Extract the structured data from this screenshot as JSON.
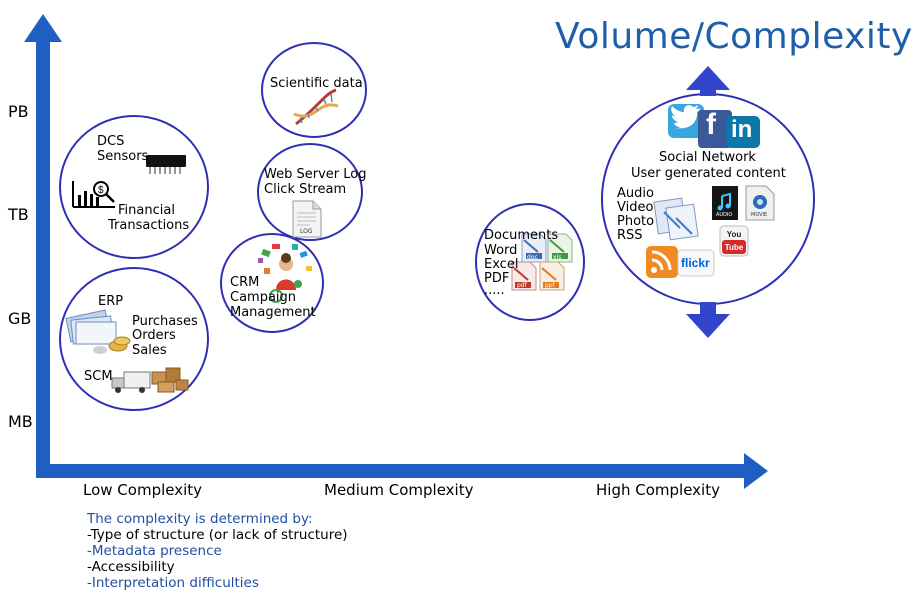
{
  "title": "Volume/Complexity",
  "y_axis": {
    "labels": [
      "PB",
      "TB",
      "GB",
      "MB"
    ]
  },
  "x_axis": {
    "labels": [
      "Low Complexity",
      "Medium Complexity",
      "High Complexity"
    ]
  },
  "bubbles": {
    "dcs": {
      "line1": "DCS",
      "line2": "Sensors",
      "fin1": "Financial",
      "fin2": "Transactions"
    },
    "erp": {
      "erp": "ERP",
      "p1": "Purchases",
      "p2": "Orders",
      "p3": "Sales",
      "scm": "SCM"
    },
    "scientific": {
      "label": "Scientific data"
    },
    "weblog": {
      "line1": "Web Server Log",
      "line2": "Click Stream",
      "icon_label": "LOG"
    },
    "crm": {
      "line1": "CRM",
      "line2": "Campaign",
      "line3": "Management"
    },
    "documents": {
      "l1": "Documents",
      "l2": "Word",
      "l3": "Excel",
      "l4": "PDF",
      "l5": ".....",
      "icons": [
        "doc",
        "xls",
        "pdf",
        "ppt"
      ]
    },
    "social": {
      "l1": "Social Network",
      "l2": "User generated content",
      "m1": "Audio",
      "m2": "Video",
      "m3": "Photo",
      "m4": "RSS",
      "audio_label": "AUDIO",
      "movie_label": "MOVIE",
      "youtube": "You Tube",
      "flickr": "flickr",
      "li": "in",
      "fb": "f"
    }
  },
  "footer": {
    "heading": "The complexity is determined by:",
    "items": [
      "-Type of structure (or lack of structure)",
      "-Metadata presence",
      "-Accessibility",
      "-Interpretation difficulties"
    ]
  },
  "colors": {
    "axis": "#1f5fc4",
    "bubble_border": "#2f2fb5",
    "title": "#1f5fa8",
    "blue_text": "#1f4fa0"
  }
}
